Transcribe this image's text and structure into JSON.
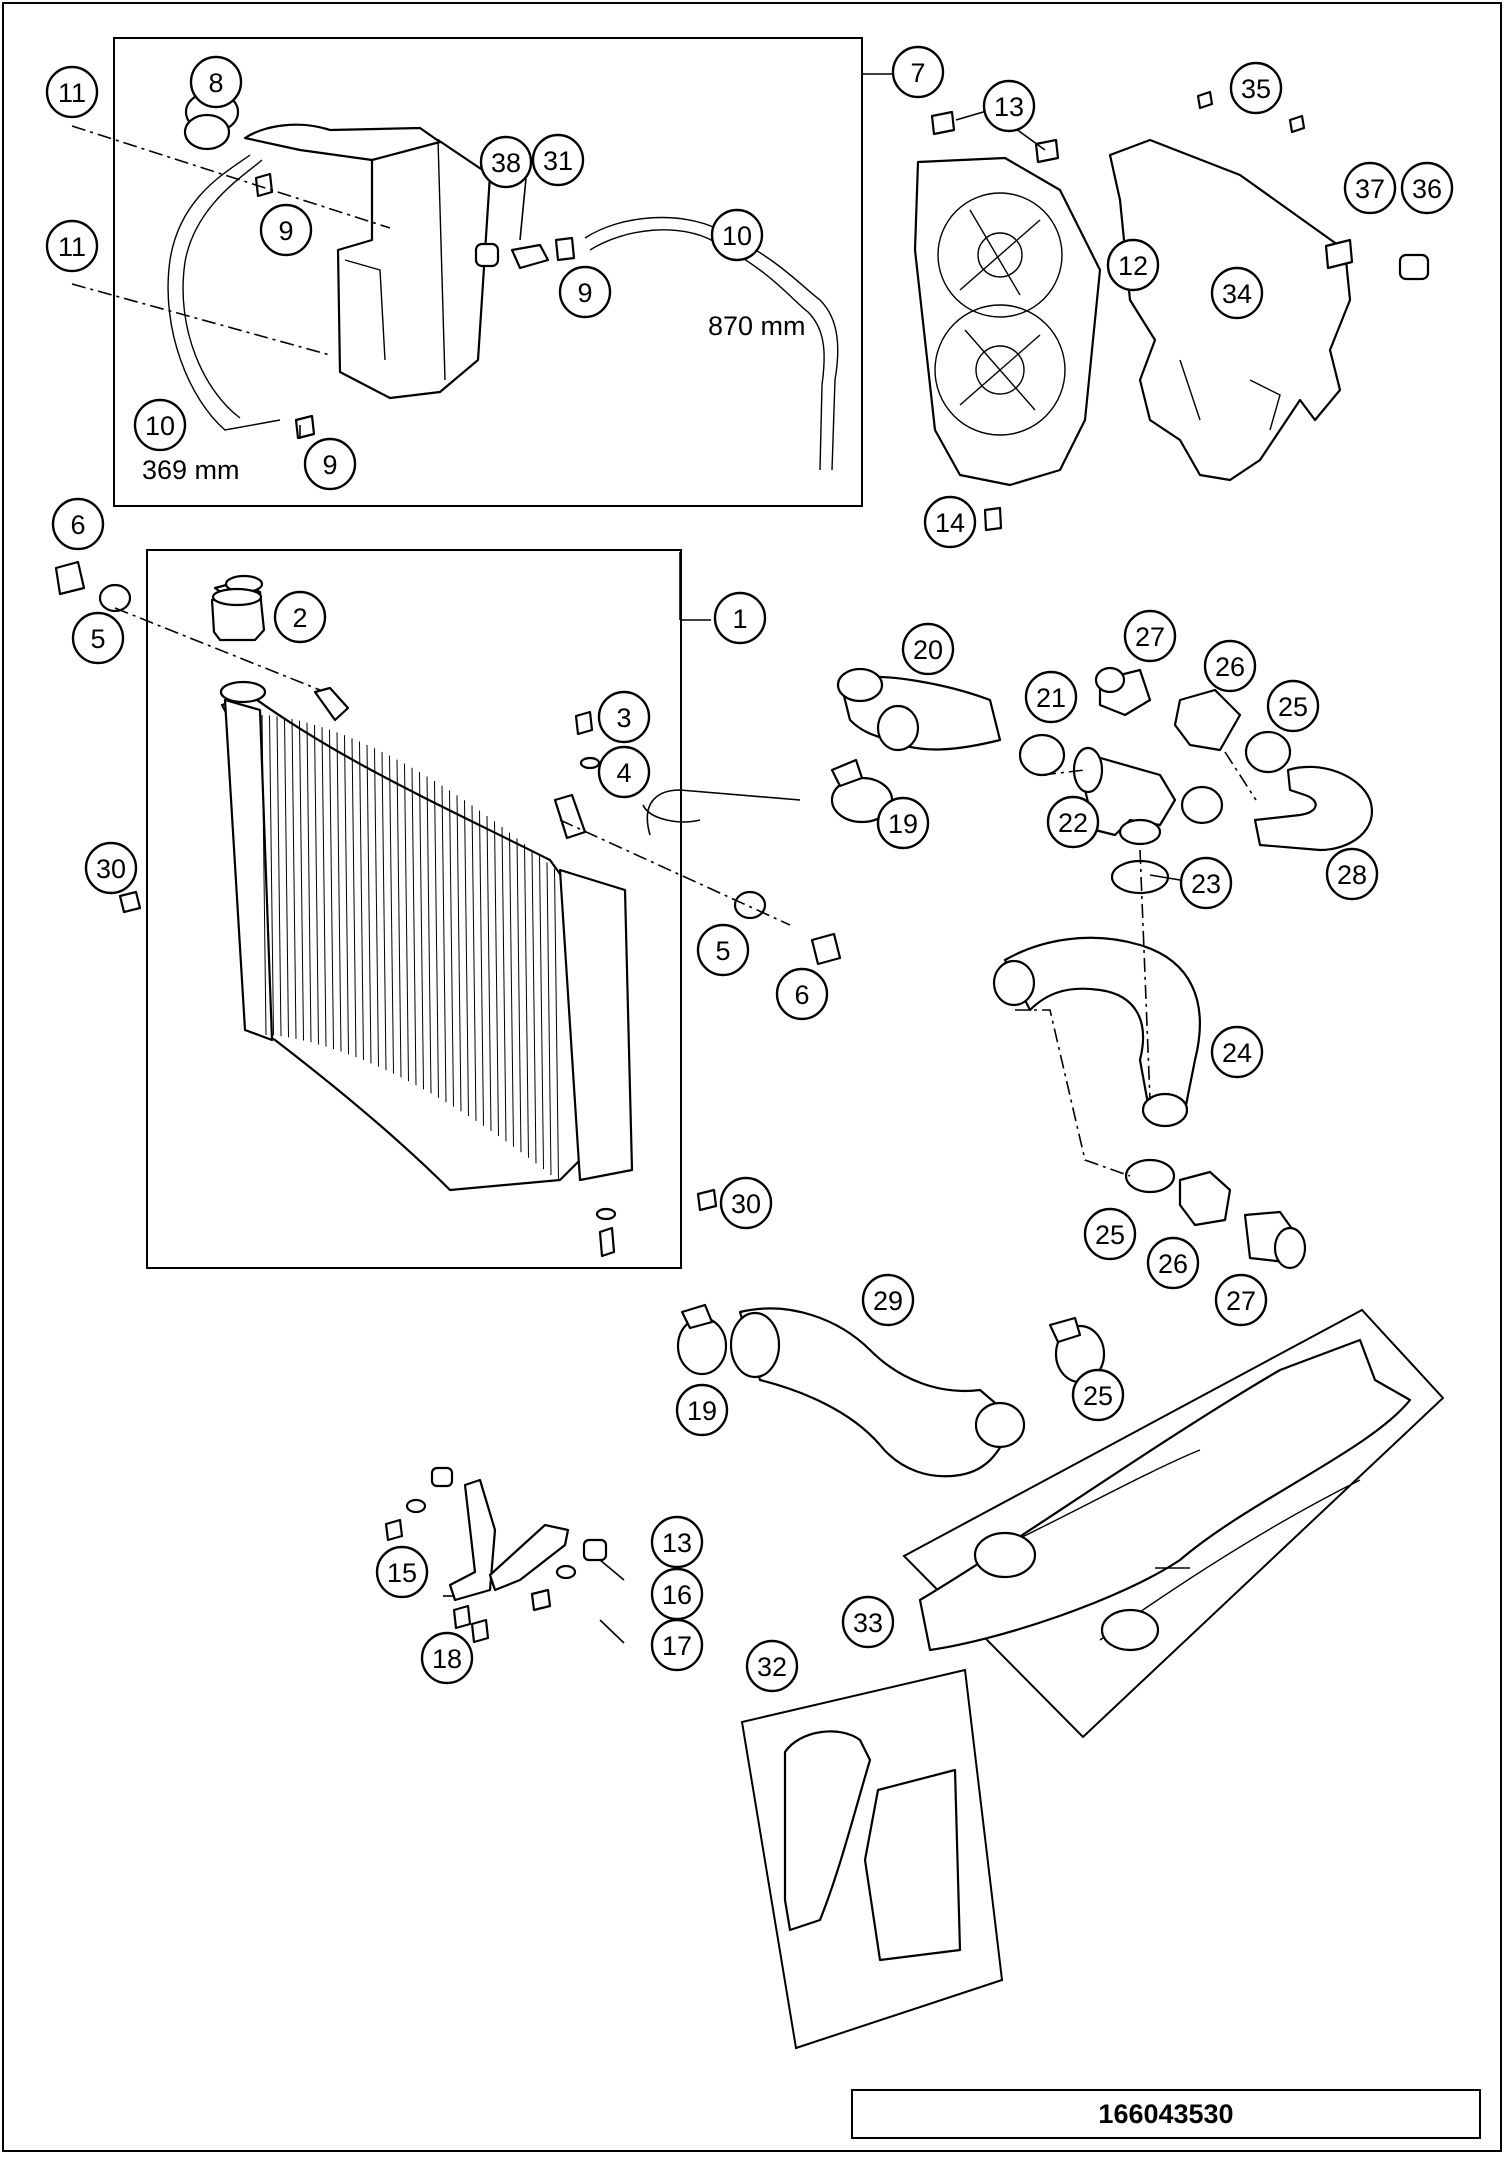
{
  "diagram": {
    "document_number": "166043530",
    "callouts": [
      {
        "label": "11"
      },
      {
        "label": "8"
      },
      {
        "label": "7"
      },
      {
        "label": "13"
      },
      {
        "label": "35"
      },
      {
        "label": "38"
      },
      {
        "label": "31"
      },
      {
        "label": "9"
      },
      {
        "label": "10"
      },
      {
        "label": "12"
      },
      {
        "label": "37"
      },
      {
        "label": "36"
      },
      {
        "label": "11"
      },
      {
        "label": "9"
      },
      {
        "label": "34"
      },
      {
        "label": "10"
      },
      {
        "label": "9"
      },
      {
        "label": "6"
      },
      {
        "label": "14"
      },
      {
        "label": "1"
      },
      {
        "label": "2"
      },
      {
        "label": "5"
      },
      {
        "label": "20"
      },
      {
        "label": "27"
      },
      {
        "label": "26"
      },
      {
        "label": "21"
      },
      {
        "label": "25"
      },
      {
        "label": "3"
      },
      {
        "label": "4"
      },
      {
        "label": "19"
      },
      {
        "label": "22"
      },
      {
        "label": "23"
      },
      {
        "label": "28"
      },
      {
        "label": "30"
      },
      {
        "label": "5"
      },
      {
        "label": "6"
      },
      {
        "label": "24"
      },
      {
        "label": "30"
      },
      {
        "label": "25"
      },
      {
        "label": "26"
      },
      {
        "label": "27"
      },
      {
        "label": "29"
      },
      {
        "label": "19"
      },
      {
        "label": "25"
      },
      {
        "label": "13"
      },
      {
        "label": "15"
      },
      {
        "label": "16"
      },
      {
        "label": "17"
      },
      {
        "label": "18"
      },
      {
        "label": "33"
      },
      {
        "label": "32"
      }
    ],
    "dimensions": [
      {
        "text": "870 mm"
      },
      {
        "text": "369 mm"
      }
    ]
  }
}
